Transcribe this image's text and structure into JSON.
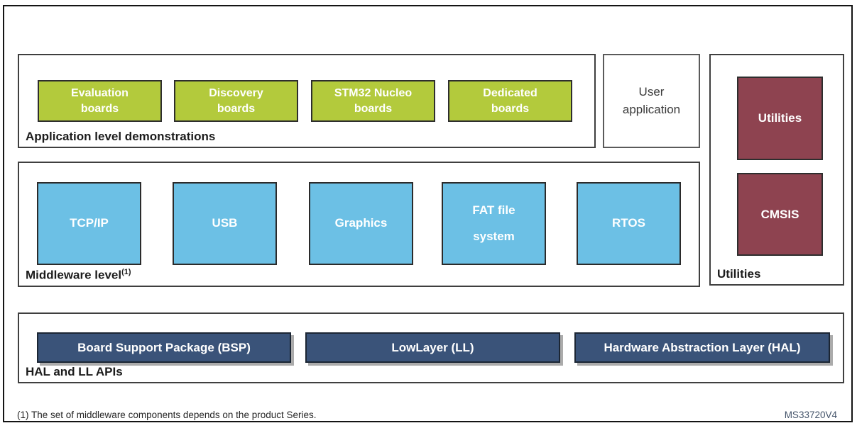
{
  "colors": {
    "green": "#b3ca3c",
    "blue": "#6cc0e5",
    "maroon": "#8e4350",
    "navy": "#3a5379"
  },
  "app_section": {
    "label": "Application level demonstrations",
    "items": [
      {
        "label": "Evaluation\nboards"
      },
      {
        "label": "Discovery\nboards"
      },
      {
        "label": "STM32 Nucleo\nboards"
      },
      {
        "label": "Dedicated\nboards"
      }
    ]
  },
  "user_application": {
    "label": "User\napplication"
  },
  "utilities_panel": {
    "label": "Utilities",
    "items": [
      {
        "label": "Utilities"
      },
      {
        "label": "CMSIS"
      }
    ]
  },
  "middleware_section": {
    "label": "Middleware level",
    "footnote_ref": "(1)",
    "items": [
      {
        "label": "TCP/IP"
      },
      {
        "label": "USB"
      },
      {
        "label": "Graphics"
      },
      {
        "label": "FAT file\nsystem"
      },
      {
        "label": "RTOS"
      }
    ]
  },
  "hal_section": {
    "label": "HAL and LL APIs",
    "items": [
      {
        "label": "Board Support Package (BSP)"
      },
      {
        "label": "LowLayer (LL)"
      },
      {
        "label": "Hardware Abstraction Layer (HAL)"
      }
    ]
  },
  "footnote": "(1) The set of middleware components depends on the product Series.",
  "watermark": "MS33720V4"
}
